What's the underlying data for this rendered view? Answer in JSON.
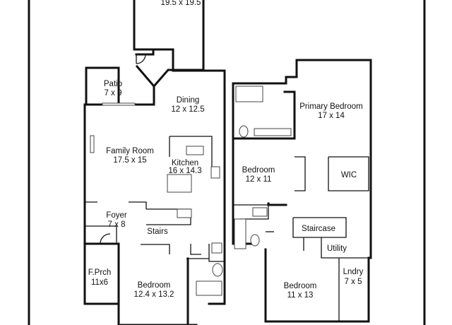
{
  "rooms": [
    {
      "name": "",
      "size": "19.5 x 19.5"
    },
    {
      "name": "Patio",
      "size": "7 x 9"
    },
    {
      "name": "Dining",
      "size": "12 x 12.5"
    },
    {
      "name": "Family Room",
      "size": "17.5 x 15"
    },
    {
      "name": "Kitchen",
      "size": "16 x 14.3"
    },
    {
      "name": "Foyer",
      "size": "7 x 8"
    },
    {
      "name": "Stairs",
      "size": ""
    },
    {
      "name": "F.Prch",
      "size": "11x6"
    },
    {
      "name": "Bedroom",
      "size": "12.4 x 13.2"
    },
    {
      "name": "Primary Bedroom",
      "size": "17 x 14"
    },
    {
      "name": "Bedroom",
      "size": "12 x 11"
    },
    {
      "name": "WIC",
      "size": ""
    },
    {
      "name": "Staircase",
      "size": ""
    },
    {
      "name": "Utility",
      "size": ""
    },
    {
      "name": "Bedroom",
      "size": "11 x 13"
    },
    {
      "name": "Lndry",
      "size": "7 x 5"
    }
  ]
}
